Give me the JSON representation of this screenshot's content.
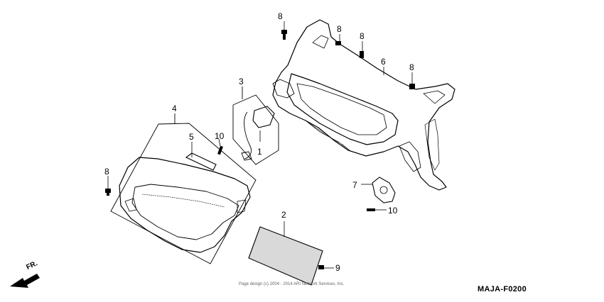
{
  "diagram_code": "MAJA-F0200",
  "copyright": "Page design (c) 2004 - 2014 ARI Network Services, Inc.",
  "direction_label": "FR.",
  "callouts": {
    "c1": "1",
    "c2": "2",
    "c3": "3",
    "c4": "4",
    "c5": "5",
    "c6": "6",
    "c7": "7",
    "c8a": "8",
    "c8b": "8",
    "c8c": "8",
    "c8d": "8",
    "c8e": "8",
    "c9": "9",
    "c10a": "10",
    "c10b": "10"
  }
}
